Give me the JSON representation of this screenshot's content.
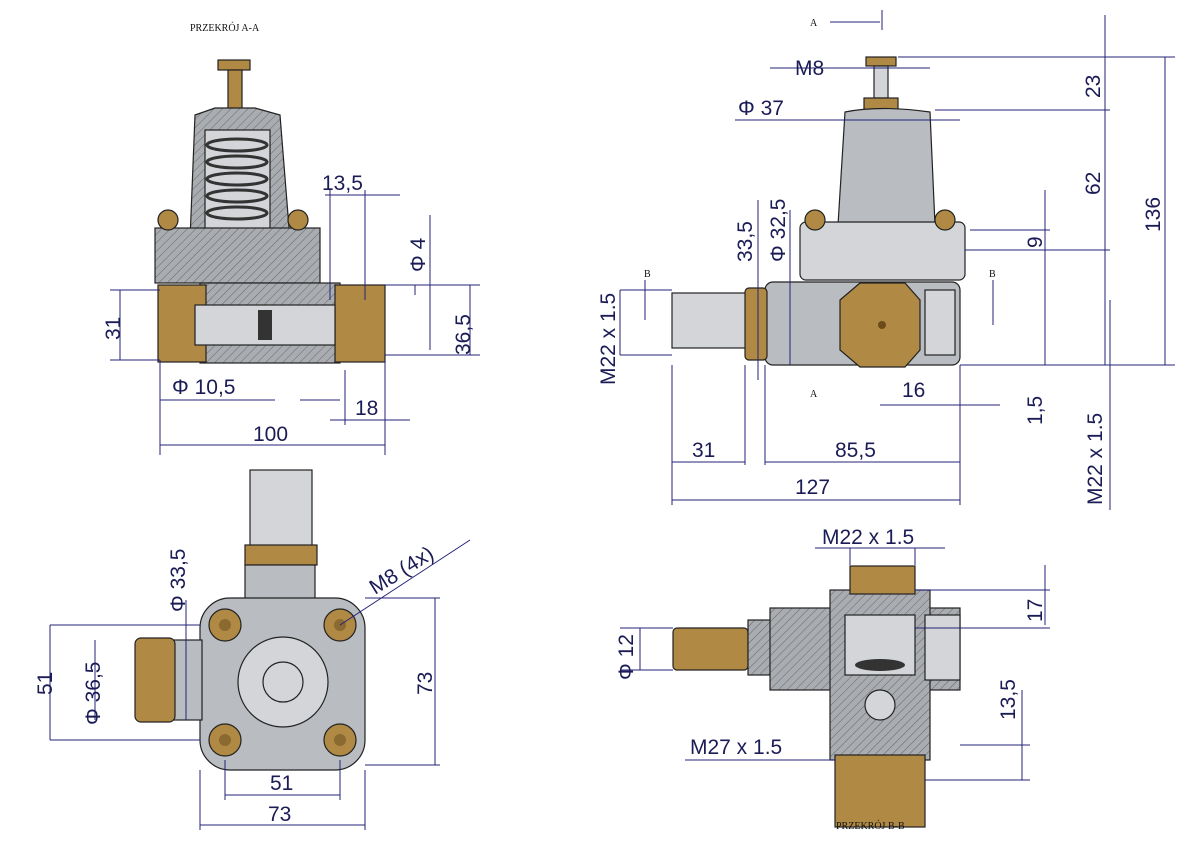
{
  "section_aa": {
    "title": "PRZEKRÓJ A-A",
    "dims": {
      "d13_5": "13,5",
      "phi4": "Φ 4",
      "d31": "31",
      "d36_5": "36,5",
      "phi10_5": "Φ 10,5",
      "d18": "18",
      "d100": "100"
    }
  },
  "side_view": {
    "section_mark_top": "A",
    "section_mark_bottom": "A",
    "section_mark_b_left": "B",
    "section_mark_b_right": "B",
    "dims": {
      "m8": "M8",
      "phi37": "Φ 37",
      "d23": "23",
      "d62": "62",
      "d136": "136",
      "d33_5": "33,5",
      "phi32_5": "Φ 32,5",
      "d9": "9",
      "m22_left": "M22 x 1.5",
      "d16": "16",
      "d1_5": "1,5",
      "m22_right": "M22 x 1.5",
      "d31": "31",
      "d85_5": "85,5",
      "d127": "127"
    }
  },
  "top_view": {
    "dims": {
      "phi33_5": "Φ 33,5",
      "m8_4x": "M8  (4x)",
      "d51_v": "51",
      "phi36_5": "Φ 36,5",
      "d73_v": "73",
      "d51_h": "51",
      "d73_h": "73"
    }
  },
  "section_bb": {
    "title": "PRZEKRÓJ B-B",
    "dims": {
      "m22": "M22 x 1.5",
      "phi12": "Φ 12",
      "d17": "17",
      "d13_5": "13,5",
      "m27": "M27 x 1.5"
    }
  },
  "colors": {
    "dimension": "#1b1b55",
    "body": "#b9bcc0",
    "brass": "#b08a45"
  }
}
